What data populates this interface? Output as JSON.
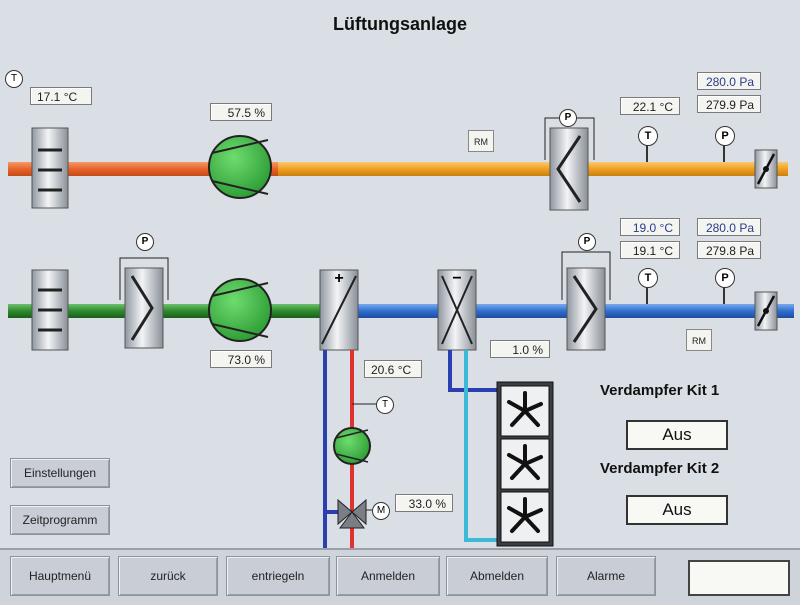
{
  "title": "Lüftungsanlage",
  "values": {
    "outside_temp": "17.1 °C",
    "supply_fan_top": "57.5 %",
    "temp_top": "22.1 °C",
    "pressure_top_1": "280.0 Pa",
    "pressure_top_2": "279.9 Pa",
    "temp_mid_1": "19.0 °C",
    "temp_mid_2": "19.1 °C",
    "pressure_mid_1": "280.0 Pa",
    "pressure_mid_2": "279.8 Pa",
    "supply_fan_bottom": "73.0 %",
    "heater_temp": "20.6 °C",
    "cooler_value": "1.0 %",
    "valve_value": "33.0 %"
  },
  "labels": {
    "rm": "RM",
    "temp_symbol": "T",
    "pressure_symbol": "P",
    "motor_symbol": "M",
    "heater_sign": "+",
    "cooler_sign": "−"
  },
  "kits": {
    "kit1_label": "Verdampfer Kit 1",
    "kit1_status": "Aus",
    "kit2_label": "Verdampfer Kit 2",
    "kit2_status": "Aus"
  },
  "side_buttons": {
    "settings": "Einstellungen",
    "schedule": "Zeitprogramm"
  },
  "bottom_buttons": [
    "Hauptmenü",
    "zurück",
    "entriegeln",
    "Anmelden",
    "Abmelden",
    "Alarme"
  ],
  "colors": {
    "exhaust_duct": "#e8632a",
    "exhaust_duct_end": "#f0a020",
    "outdoor_duct": "#2e8a2e",
    "supply_duct": "#2f6fd0",
    "fan_green": "#3cb043",
    "hot_water": "#e03030",
    "return_water": "#2a3fb0",
    "coolant": "#3cb8d8"
  }
}
